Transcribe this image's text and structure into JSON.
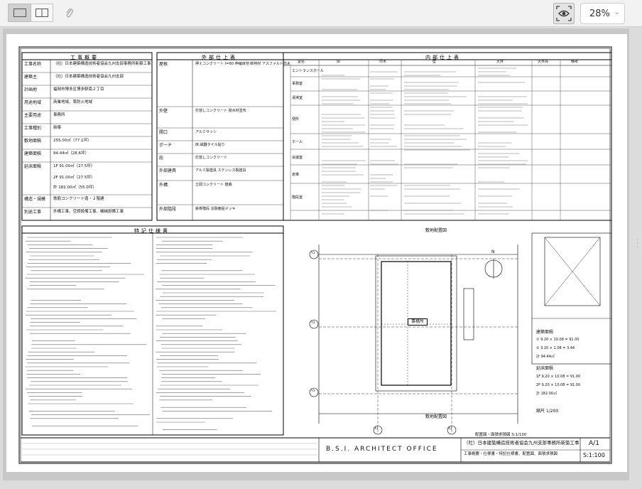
{
  "toolbar": {
    "single_view_icon": "single-page-icon",
    "double_view_icon": "two-page-icon",
    "link_icon": "paperclip-icon",
    "eye_icon": "eye-icon",
    "zoom": "28%"
  },
  "sheet": {
    "summary": {
      "title": "工事概要",
      "rows": [
        {
          "label": "工事名称",
          "value": "（社）日本建築構造技術者協会九州支部事務所新築工事"
        },
        {
          "label": "建築主",
          "value": "（社）日本建築構造技術者協会九州支部"
        },
        {
          "label": "計画地",
          "value": "福岡市博多区博多駅南２丁目"
        },
        {
          "label": "用途地域",
          "value": "商業地域、準防火地域"
        },
        {
          "label": "主要用途",
          "value": "事務所"
        },
        {
          "label": "工事種別",
          "value": "新築"
        },
        {
          "label": "敷地面積",
          "value": "255.00㎡（77.1坪）"
        },
        {
          "label": "建築面積",
          "value": "94.44㎡（28.6坪）"
        },
        {
          "label": "延床面積",
          "value": "1F 91.00㎡（27.5坪）"
        },
        {
          "label": "",
          "value": "2F 91.00㎡（27.5坪）"
        },
        {
          "label": "",
          "value": "計 182.00㎡（55.0坪）"
        },
        {
          "label": "構造・規模",
          "value": "鉄筋コンクリート造・２階建"
        },
        {
          "label": "別途工事",
          "value": "外構工事、空調設備工事、機械設備工事"
        }
      ]
    },
    "exterior": {
      "title": "外部仕上表",
      "rows": [
        {
          "label": "屋根",
          "value": "押えコンクリート t=60 伸縮目地 断熱材 アスファルト防水"
        },
        {
          "label": "外壁",
          "value": "打放しコンクリート 撥水材塗布"
        },
        {
          "label": "開口",
          "value": "アルミサッシ"
        },
        {
          "label": "ポーチ",
          "value": "床:磁器タイル貼り"
        },
        {
          "label": "庇",
          "value": "打放しコンクリート"
        },
        {
          "label": "外部建具",
          "value": "アルミ製建具 ステンレス製建具"
        },
        {
          "label": "外構",
          "value": "土間コンクリート 植栽"
        },
        {
          "label": "外部階段",
          "value": "鉄骨階段 溶融亜鉛メッキ"
        }
      ]
    },
    "interior": {
      "title": "内部仕上表",
      "headers": [
        "室名",
        "床",
        "巾木",
        "壁",
        "天井",
        "天井高",
        "備考"
      ],
      "rooms": [
        "エントランスホール",
        "事務室",
        "湯沸室",
        "便所",
        "ホール",
        "会議室",
        "倉庫",
        "階段室"
      ]
    },
    "specs": {
      "title": "特記仕様書"
    },
    "plan": {
      "label": "敷地配置図",
      "building": "事務所",
      "north": "N",
      "grid": [
        "Y1",
        "Y2",
        "Y3",
        "X1",
        "X2"
      ]
    },
    "area_table": {
      "title1": "建築面積",
      "title2": "延床面積",
      "rows": [
        "① 9.20 × 10.08 = 91.00",
        "② 3.20 × 1.08 = 3.44",
        "計 94.44㎡"
      ],
      "rows2": [
        "1F 9.20 × 10.08 = 91.00",
        "2F 9.20 × 10.08 = 91.00",
        "計 182.00㎡"
      ],
      "scale": "縮尺 1/200"
    },
    "title_block": {
      "office": "B.S.I. ARCHITECT OFFICE",
      "project": "（社）日本建築構造技術者協会九州支部事務所新築工事",
      "drawing": "工事概要・仕様書・特記仕様書、配置図、面積求積図",
      "sheet_no": "A/1",
      "scale": "S:1:100",
      "caption": "配置図・面積求積図 S:1/100"
    }
  }
}
